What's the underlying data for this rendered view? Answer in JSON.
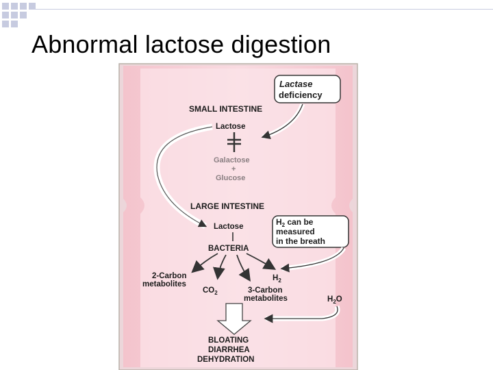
{
  "slide": {
    "title": "Abnormal lactose digestion"
  },
  "colors": {
    "decor_square": "#c7cbe0",
    "intestine_outer": "#f1b3bf",
    "intestine_inner": "#f8d5dc",
    "photo_border": "#b8b0a8",
    "arrow": "#333333"
  },
  "figure": {
    "lactase_box": {
      "line1": "Lactase",
      "line2": "deficiency"
    },
    "small_intestine": "SMALL INTESTINE",
    "lactose_top": "Lactose",
    "galactose": "Galactose",
    "plus": "+",
    "glucose": "Glucose",
    "large_intestine": "LARGE INTESTINE",
    "lactose_bottom": "Lactose",
    "bacteria": "BACTERIA",
    "h2_box": {
      "line1": "H",
      "line1_sub": "2",
      "line1_rest": " can be",
      "line2": "measured",
      "line3": "in the breath"
    },
    "two_carbon": {
      "line1": "2-Carbon",
      "line2": "metabolites"
    },
    "h2": {
      "text": "H",
      "sub": "2"
    },
    "co2": {
      "text": "CO",
      "sub": "2"
    },
    "three_carbon": {
      "line1": "3-Carbon",
      "line2": "metabolites"
    },
    "h2o": {
      "text": "H",
      "sub": "2",
      "rest": "O"
    },
    "outcomes": {
      "line1": "BLOATING",
      "line2": "DIARRHEA",
      "line3": "DEHYDRATION"
    }
  }
}
